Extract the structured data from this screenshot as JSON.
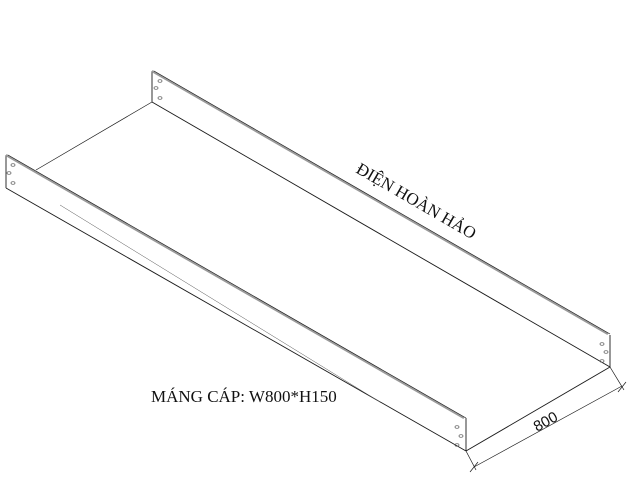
{
  "diagram": {
    "type": "isometric cable tray drawing",
    "brand_label": "ĐIỆN HOÀN HẢO",
    "caption": "MÁNG CÁP: W800*H150",
    "dimension_label": "800",
    "colors": {
      "line": "#1a1a1a",
      "edge_gray": "#9a9a9a",
      "background": "#ffffff"
    }
  }
}
